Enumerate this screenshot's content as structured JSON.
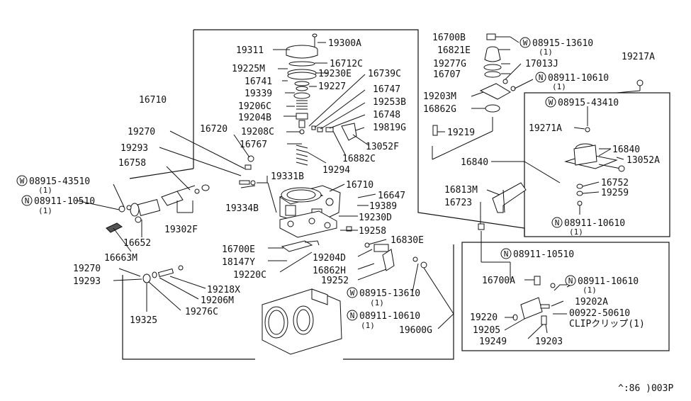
{
  "parts": {
    "p16710a": "16710",
    "p16710b": "16710",
    "p19300a": "19300A",
    "p19311": "19311",
    "p16712c": "16712C",
    "p19225m": "19225M",
    "p19230e": "19230E",
    "p16739c": "16739C",
    "p16741": "16741",
    "p19227": "19227",
    "p16747": "16747",
    "p19339": "19339",
    "p19253b": "19253B",
    "p19206c": "19206C",
    "p16748": "16748",
    "p19204b": "19204B",
    "p19819g": "19819G",
    "p19208c": "19208C",
    "p16767": "16767",
    "p13052f": "13052F",
    "p16882c": "16882C",
    "p19270a": "19270",
    "p19293a": "19293",
    "p16720": "16720",
    "p19294": "19294",
    "p19331b": "19331B",
    "p16758": "16758",
    "p08915_43510": "08915-43510",
    "p08911_10510a": "08911-10510",
    "p19334b": "19334B",
    "p16647": "16647",
    "p19389": "19389",
    "p19230d": "19230D",
    "p19258": "19258",
    "p19302f": "19302F",
    "p16652": "16652",
    "p16663m": "16663M",
    "p16830e": "16830E",
    "p16700e": "16700E",
    "p18147y": "18147Y",
    "p19220c": "19220C",
    "p19204d": "19204D",
    "p16862h": "16862H",
    "p19252": "19252",
    "p19270b": "19270",
    "p19293b": "19293",
    "p19218x": "19218X",
    "p19206m": "19206M",
    "p19276c": "19276C",
    "p19325": "19325",
    "p08915_13610b": "08915-13610",
    "p08911_10610c": "08911-10610",
    "p19600g": "19600G",
    "p16700b": "16700B",
    "p08915_13610a": "08915-13610",
    "p16821e": "16821E",
    "p19277g": "19277G",
    "p17013j": "17013J",
    "p16707": "16707",
    "p08911_10610a": "08911-10610",
    "p19217a": "19217A",
    "p19203m": "19203M",
    "p16862g": "16862G",
    "p19219": "19219",
    "p08915_43410": "08915-43410",
    "p19271a": "19271A",
    "p16840a": "16840",
    "p16840b": "16840",
    "p13052a": "13052A",
    "p16752": "16752",
    "p16813m": "16813M",
    "p19259": "19259",
    "p16723": "16723",
    "p08911_10610b": "08911-10610",
    "p08911_10510b": "08911-10510",
    "p16700a": "16700A",
    "p08911_10610d": "08911-10610",
    "p19202a": "19202A",
    "p19220": "19220",
    "p00922_50610": "00922-50610",
    "p19205": "19205",
    "clip": "CLIPクリップ(1)",
    "p19249": "19249",
    "p19203": "19203"
  },
  "qty": "(1)",
  "circle_w": "W",
  "circle_n": "N",
  "ref_code": "^:86 )003P"
}
